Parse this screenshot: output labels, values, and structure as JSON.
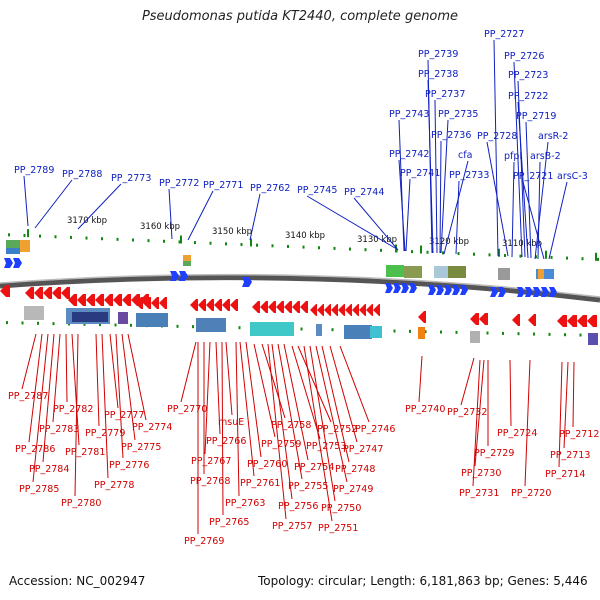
{
  "title": "Pseudomonas putida KT2440, complete genome",
  "footer": {
    "accession": "Accession: NC_002947",
    "summary": "Topology: circular; Length: 6,181,863 bp; Genes: 5,446"
  },
  "colors": {
    "top_labels": "#1020c0",
    "bottom_labels": "#d00000",
    "forward_arrows": "#1f3fff",
    "reverse_arrows": "#ee1111",
    "tick": "#118811"
  },
  "scale_labels": [
    "3170 kbp",
    "3160 kbp",
    "3150 kbp",
    "3140 kbp",
    "3130 kbp",
    "3120 kbp",
    "3110 kbp"
  ],
  "top_genes": [
    "PP_2789",
    "PP_2788",
    "PP_2773",
    "PP_2772",
    "PP_2771",
    "PP_2762",
    "PP_2745",
    "PP_2744",
    "PP_2743",
    "PP_2742",
    "PP_2741",
    "PP_2739",
    "PP_2738",
    "PP_2737",
    "PP_2736",
    "PP_2735",
    "cfa",
    "PP_2733",
    "PP_2727",
    "PP_2726",
    "PP_2723",
    "PP_2722",
    "PP_2719",
    "PP_2728",
    "arsR-2",
    "pfpI",
    "arsB-2",
    "PP_2721",
    "arsC-3"
  ],
  "bottom_genes": [
    "PP_2787",
    "PP_2786",
    "PP_2785",
    "PP_2784",
    "PP_2783",
    "PP_2782",
    "PP_2781",
    "PP_2780",
    "PP_2779",
    "PP_2778",
    "PP_2777",
    "PP_2776",
    "PP_2775",
    "PP_2774",
    "PP_2770",
    "PP_2769",
    "PP_2768",
    "PP_2767",
    "PP_2766",
    "PP_2765",
    "msuE",
    "PP_2763",
    "PP_2761",
    "PP_2760",
    "PP_2759",
    "PP_2758",
    "PP_2757",
    "PP_2756",
    "PP_2755",
    "PP_2754",
    "PP_2753",
    "PP_2752",
    "PP_2751",
    "PP_2750",
    "PP_2749",
    "PP_2748",
    "PP_2747",
    "PP_2746",
    "PP_2740",
    "PP_2732",
    "PP_2731",
    "PP_2730",
    "PP_2729",
    "PP_2724",
    "PP_2720",
    "PP_2714",
    "PP_2713",
    "PP_2712"
  ]
}
